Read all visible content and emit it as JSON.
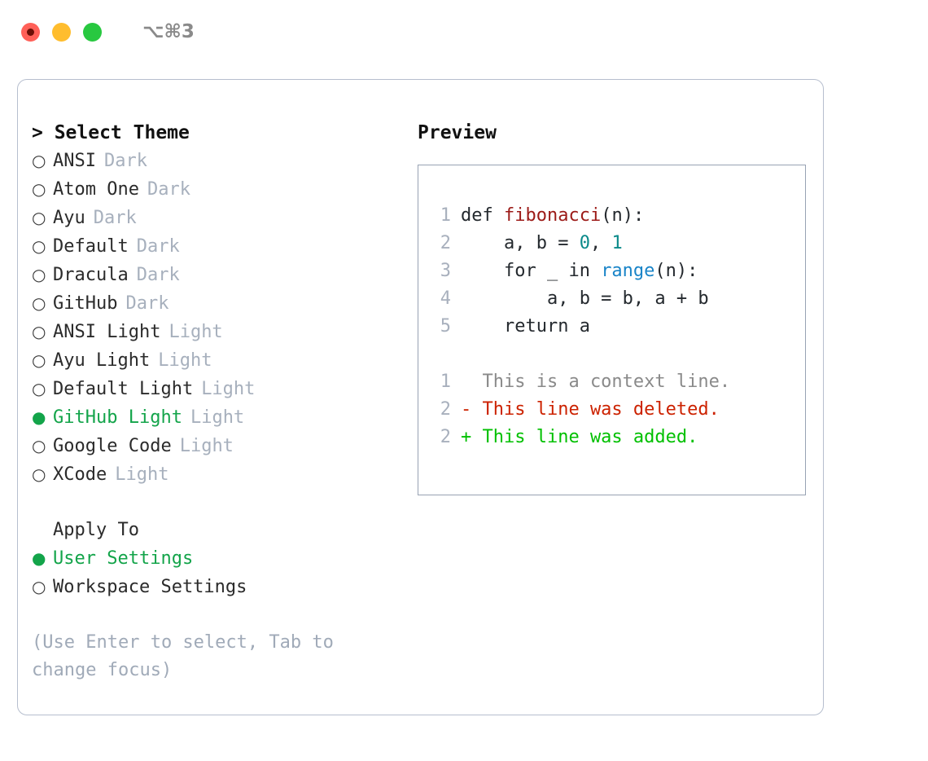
{
  "titlebar": {
    "shortcut": "⌥⌘3",
    "lights": [
      "close-red",
      "minimize-yellow",
      "zoom-green"
    ]
  },
  "theme_picker": {
    "header": "> Select Theme",
    "items": [
      {
        "marker": "○",
        "label": "ANSI",
        "variant": "Dark",
        "selected": false
      },
      {
        "marker": "○",
        "label": "Atom One",
        "variant": "Dark",
        "selected": false
      },
      {
        "marker": "○",
        "label": "Ayu",
        "variant": "Dark",
        "selected": false
      },
      {
        "marker": "○",
        "label": "Default",
        "variant": "Dark",
        "selected": false
      },
      {
        "marker": "○",
        "label": "Dracula",
        "variant": "Dark",
        "selected": false
      },
      {
        "marker": "○",
        "label": "GitHub",
        "variant": "Dark",
        "selected": false
      },
      {
        "marker": "○",
        "label": "ANSI Light",
        "variant": "Light",
        "selected": false
      },
      {
        "marker": "○",
        "label": "Ayu Light",
        "variant": "Light",
        "selected": false
      },
      {
        "marker": "○",
        "label": "Default Light",
        "variant": "Light",
        "selected": false
      },
      {
        "marker": "●",
        "label": "GitHub Light",
        "variant": "Light",
        "selected": true
      },
      {
        "marker": "○",
        "label": "Google Code",
        "variant": "Light",
        "selected": false
      },
      {
        "marker": "○",
        "label": "XCode",
        "variant": "Light",
        "selected": false
      }
    ]
  },
  "apply_to": {
    "header": "Apply To",
    "items": [
      {
        "marker": "●",
        "label": "User Settings",
        "selected": true
      },
      {
        "marker": "○",
        "label": "Workspace Settings",
        "selected": false
      }
    ]
  },
  "hint": "(Use Enter to select, Tab to change focus)",
  "preview": {
    "title": "Preview",
    "code_lines": [
      {
        "no": "1",
        "segments": [
          {
            "text": "def ",
            "style": "code-text"
          },
          {
            "text": "fibonacci",
            "style": "tok-func"
          },
          {
            "text": "(n):",
            "style": "code-text"
          }
        ]
      },
      {
        "no": "2",
        "segments": [
          {
            "text": "    a, b = ",
            "style": "code-text"
          },
          {
            "text": "0",
            "style": "tok-num"
          },
          {
            "text": ", ",
            "style": "code-text"
          },
          {
            "text": "1",
            "style": "tok-num"
          }
        ]
      },
      {
        "no": "3",
        "segments": [
          {
            "text": "    for _ in ",
            "style": "code-text"
          },
          {
            "text": "range",
            "style": "tok-call"
          },
          {
            "text": "(n):",
            "style": "code-text"
          }
        ]
      },
      {
        "no": "4",
        "segments": [
          {
            "text": "        a, b = b, a + b",
            "style": "code-text"
          }
        ]
      },
      {
        "no": "5",
        "segments": [
          {
            "text": "    return a",
            "style": "code-text"
          }
        ]
      }
    ],
    "diff_lines": [
      {
        "no": "1",
        "text": "  This is a context line.",
        "style": "diff-ctx"
      },
      {
        "no": "2",
        "text": "- This line was deleted.",
        "style": "diff-del"
      },
      {
        "no": "2",
        "text": "+ This line was added.",
        "style": "diff-add"
      }
    ]
  },
  "colors": {
    "selection_green": "#13a44a",
    "diff_add_green": "#00c000",
    "diff_del_red": "#cc2200",
    "function_red": "#9c1b18",
    "number_teal": "#0b8a8a",
    "call_blue": "#1984c8",
    "muted_gray": "#a7b0bd",
    "panel_border": "#b6bece",
    "preview_border": "#98a2b3"
  }
}
